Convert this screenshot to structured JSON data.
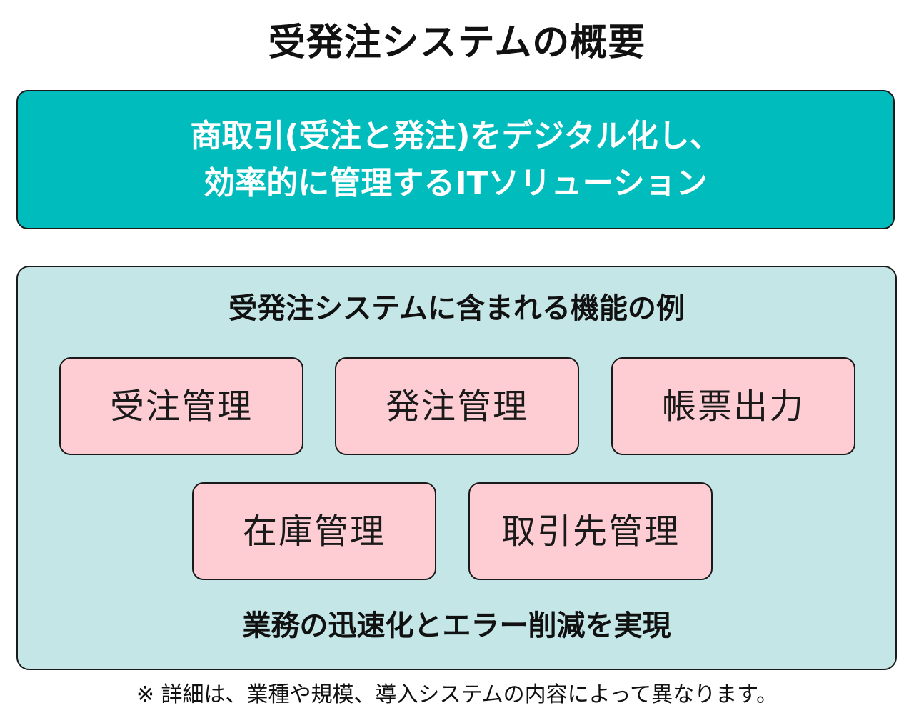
{
  "title": "受発注システムの概要",
  "definition": {
    "line1": "商取引(受注と発注)をデジタル化し、",
    "line2": "効率的に管理するITソリューション"
  },
  "functions": {
    "heading": "受発注システムに含まれる機能の例",
    "items": [
      {
        "label": "受注管理"
      },
      {
        "label": "発注管理"
      },
      {
        "label": "帳票出力"
      },
      {
        "label": "在庫管理"
      },
      {
        "label": "取引先管理"
      }
    ],
    "result": "業務の迅速化とエラー削減を実現"
  },
  "note": "※ 詳細は、業種や規模、導入システムの内容によって異なります。",
  "colors": {
    "definition_bg": "#00bcbd",
    "functions_bg": "#c4e6e6",
    "function_box_bg": "#fdcdd3",
    "border": "#1a1a1a"
  }
}
